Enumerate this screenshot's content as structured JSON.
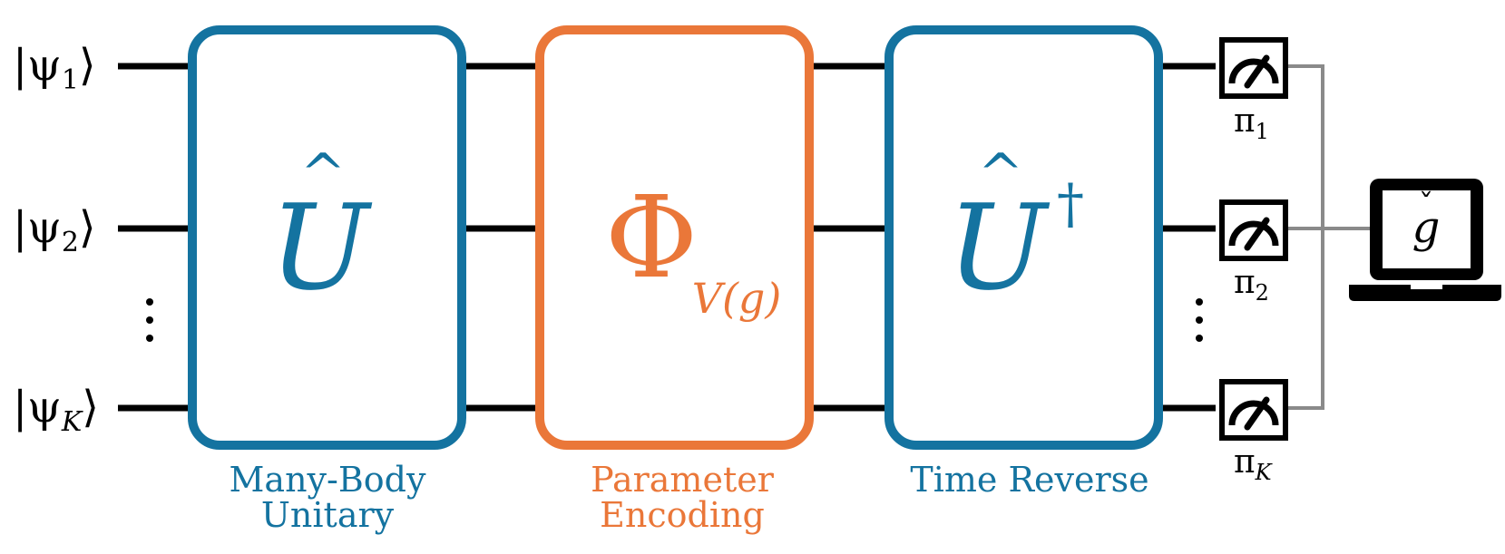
{
  "colors": {
    "blue": "#1473a0",
    "orange": "#ea7739",
    "wire": "#000000",
    "classical": "#8a8a8a"
  },
  "inputs": [
    {
      "label": "|ψ",
      "sub": "1",
      "close": "⟩"
    },
    {
      "label": "|ψ",
      "sub": "2",
      "close": "⟩"
    },
    {
      "label": "|ψ",
      "sub": "K",
      "close": "⟩"
    }
  ],
  "ellipsis": "⋮",
  "blocks": [
    {
      "symbol": "U",
      "hat": "^",
      "sup": "",
      "caption": [
        "Many-Body",
        "Unitary"
      ]
    },
    {
      "symbol": "Φ",
      "sub": "V(g)",
      "caption": [
        "Parameter",
        "Encoding"
      ]
    },
    {
      "symbol": "U",
      "hat": "^",
      "sup": "†",
      "caption": [
        "Time Reverse"
      ]
    }
  ],
  "measurements": [
    {
      "label": "π",
      "sub": "1",
      "icon": "meter-icon"
    },
    {
      "label": "π",
      "sub": "2",
      "icon": "meter-icon"
    },
    {
      "label": "π",
      "sub": "K",
      "icon": "meter-icon"
    }
  ],
  "estimator": {
    "symbol": "g",
    "accent": "ˇ",
    "icon": "laptop-icon"
  }
}
